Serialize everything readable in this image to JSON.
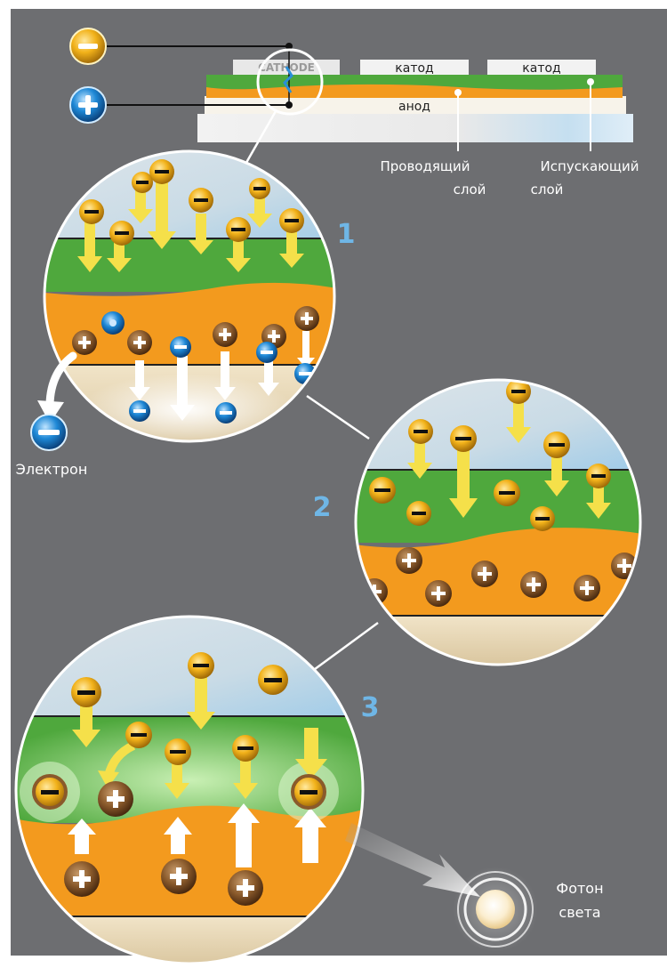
{
  "header": {
    "cathode_label_1": "CATHODE",
    "cathode_label_2": "катод",
    "cathode_label_3": "катод",
    "anode_label": "анод",
    "conductive_layer_line1": "Проводящий",
    "conductive_layer_line2": "слой",
    "emissive_layer_line1": "Испускающий",
    "emissive_layer_line2": "слой"
  },
  "terminals": {
    "negative_symbol": "−",
    "positive_symbol": "+"
  },
  "steps": {
    "step1": "1",
    "step2": "2",
    "step3": "3"
  },
  "labels": {
    "electron": "Электрон",
    "photon_line1": "Фотон",
    "photon_line2": "света"
  },
  "colors": {
    "background": "#6d6e71",
    "green_layer": "#4fa83d",
    "orange_layer": "#f39a1e",
    "electron_gold": "#f2b21a",
    "hole_brown": "#8a5a2b",
    "free_electron_blue": "#1e88d6",
    "step_number": "#6fb6e6"
  }
}
